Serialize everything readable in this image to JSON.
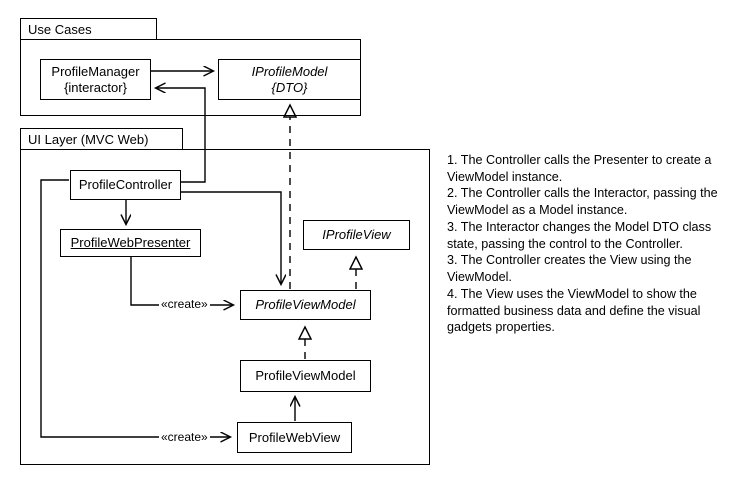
{
  "diagram": {
    "type": "uml-class-diagram",
    "packages": [
      {
        "id": "use-cases",
        "label": "Use Cases"
      },
      {
        "id": "ui-layer",
        "label": "UI Layer (MVC Web)"
      }
    ],
    "classes": [
      {
        "id": "profile-manager",
        "line1": "ProfileManager",
        "line2": "{interactor}",
        "italic": false,
        "underline": false
      },
      {
        "id": "iprofile-model",
        "line1": "IProfileModel",
        "line2": "{DTO}",
        "italic": true,
        "underline": false
      },
      {
        "id": "profile-controller",
        "line1": "ProfileController",
        "line2": "",
        "italic": false,
        "underline": false
      },
      {
        "id": "profile-web-presenter",
        "line1": "ProfileWebPresenter",
        "line2": "",
        "italic": false,
        "underline": true
      },
      {
        "id": "iprofile-view",
        "line1": "IProfileView",
        "line2": "",
        "italic": true,
        "underline": false
      },
      {
        "id": "profile-view-model-abstract",
        "line1": "ProfileViewModel",
        "line2": "",
        "italic": true,
        "underline": false
      },
      {
        "id": "profile-view-model",
        "line1": "ProfileViewModel",
        "line2": "",
        "italic": false,
        "underline": false
      },
      {
        "id": "profile-web-view",
        "line1": "ProfileWebView",
        "line2": "",
        "italic": false,
        "underline": false
      }
    ],
    "stereotypes": [
      {
        "id": "create-presenter",
        "label": "«create»"
      },
      {
        "id": "create-view",
        "label": "«create»"
      }
    ]
  },
  "notes": {
    "id": "sequence-notes",
    "text": "1. The Controller calls the Presenter to create a ViewModel instance.\n2. The Controller calls the Interactor, passing the ViewModel as a Model instance.\n3. The Interactor changes the Model DTO class state, passing the control to the Controller.\n3. The Controller creates the View using the ViewModel.\n4. The View uses the ViewModel to show the formatted business data and define the visual gadgets properties."
  },
  "colors": {
    "stroke": "#000000",
    "background": "#ffffff",
    "text": "#000000"
  }
}
